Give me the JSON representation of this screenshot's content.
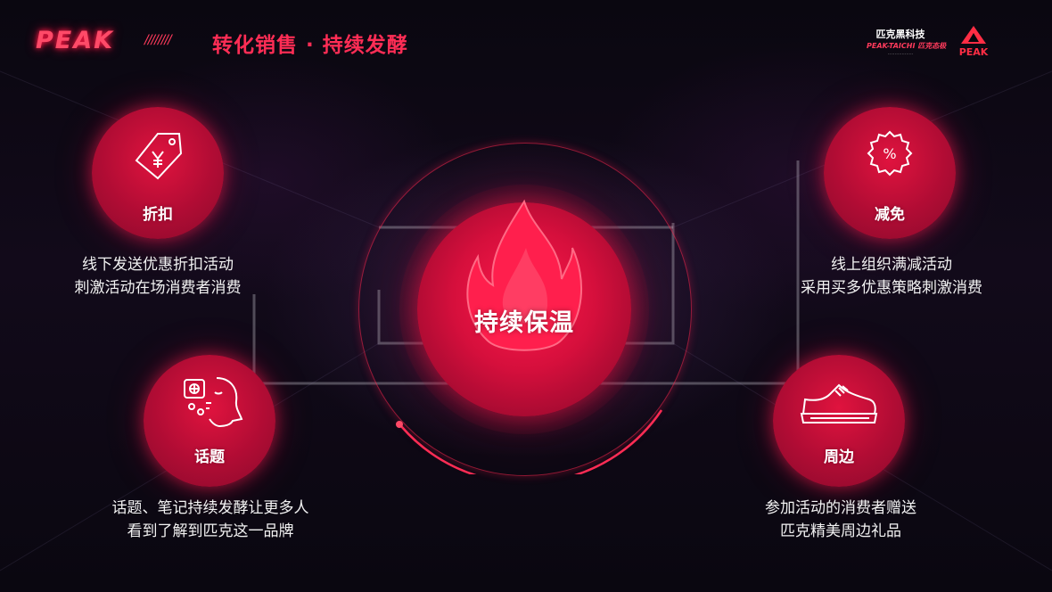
{
  "header": {
    "brand_logo_text": "PEAK",
    "slashes": "////////",
    "page_title": "转化销售 · 持续发酵",
    "partner_brand_cn": "匹克黑科技",
    "partner_brand_en": "PEAK-TAICHI 匹克态极",
    "partner_brand_sub": "··················",
    "corner_logo_text": "PEAK",
    "accent_color": "#ff2d55"
  },
  "center": {
    "label": "持续保温",
    "icon": "flame-icon"
  },
  "items": [
    {
      "label": "折扣",
      "icon": "price-tag-icon",
      "desc_line1": "线下发送优惠折扣活动",
      "desc_line2": "刺激活动在场消费者消费"
    },
    {
      "label": "减免",
      "icon": "percent-badge-icon",
      "desc_line1": "线上组织满减活动",
      "desc_line2": "采用买多优惠策略刺激消费"
    },
    {
      "label": "话题",
      "icon": "speaking-head-icon",
      "desc_line1": "话题、笔记持续发酵让更多人",
      "desc_line2": "看到了解到匹克这一品牌"
    },
    {
      "label": "周边",
      "icon": "sneaker-icon",
      "desc_line1": "参加活动的消费者赠送",
      "desc_line2": "匹克精美周边礼品"
    }
  ]
}
